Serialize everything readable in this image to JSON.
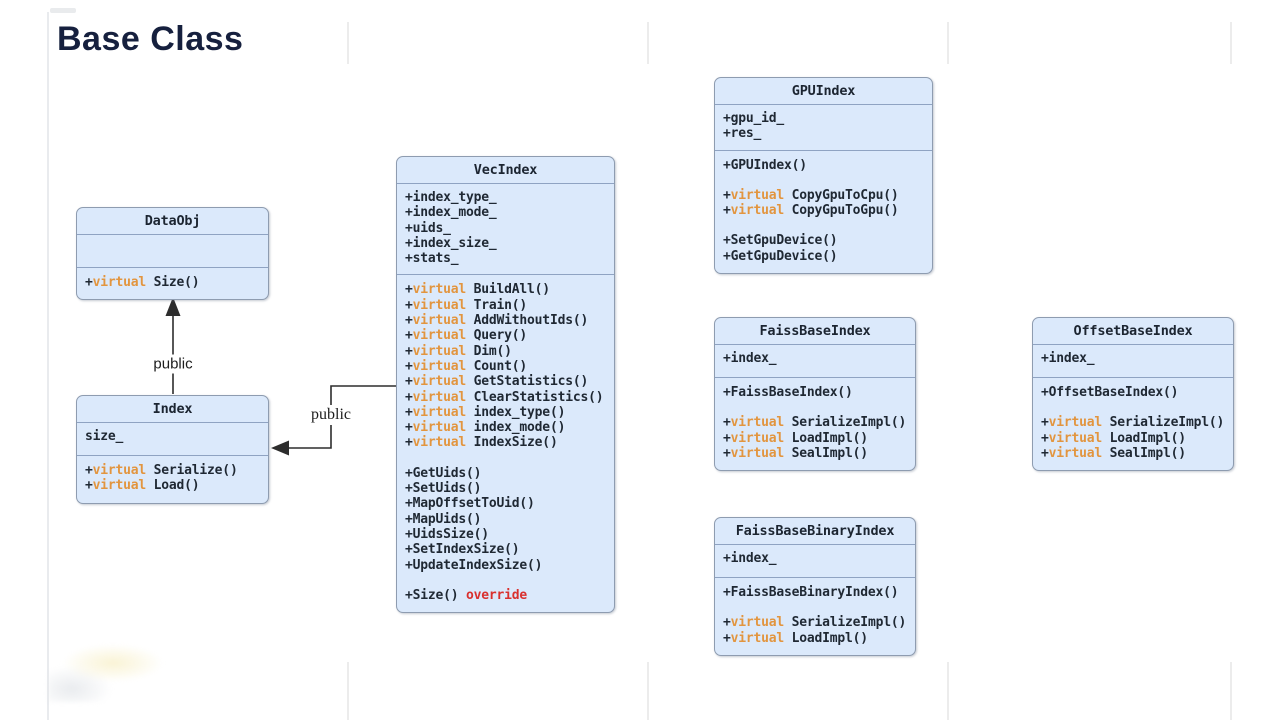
{
  "title": "Base Class",
  "colors": {
    "box_fill": "#dbe9fb",
    "box_border": "#8e9cb0",
    "text": "#1f2833",
    "virtual_keyword": "#e2953f",
    "override_keyword": "#d9302e",
    "title_text": "#16203e",
    "connector_line": "#2d2d2d",
    "grid_line": "#ececec"
  },
  "classes": [
    {
      "id": "dataobj",
      "name": "DataObj",
      "attributes": [],
      "method_groups": [
        [
          {
            "virtual": true,
            "text": "Size()"
          }
        ]
      ]
    },
    {
      "id": "index",
      "name": "Index",
      "attributes": [
        "size_"
      ],
      "method_groups": [
        [
          {
            "virtual": true,
            "text": "Serialize()"
          },
          {
            "virtual": true,
            "text": "Load()"
          }
        ]
      ]
    },
    {
      "id": "vecindex",
      "name": "VecIndex",
      "attributes": [
        "+index_type_",
        "+index_mode_",
        "+uids_",
        "+index_size_",
        "+stats_"
      ],
      "method_groups": [
        [
          {
            "virtual": true,
            "text": "BuildAll()"
          },
          {
            "virtual": true,
            "text": "Train()"
          },
          {
            "virtual": true,
            "text": "AddWithoutIds()"
          },
          {
            "virtual": true,
            "text": "Query()"
          },
          {
            "virtual": true,
            "text": "Dim()"
          },
          {
            "virtual": true,
            "text": "Count()"
          },
          {
            "virtual": true,
            "text": "GetStatistics()"
          },
          {
            "virtual": true,
            "text": "ClearStatistics()"
          },
          {
            "virtual": true,
            "text": "index_type()"
          },
          {
            "virtual": true,
            "text": "index_mode()"
          },
          {
            "virtual": true,
            "text": "IndexSize()"
          }
        ],
        [
          {
            "virtual": false,
            "text": "GetUids()"
          },
          {
            "virtual": false,
            "text": "SetUids()"
          },
          {
            "virtual": false,
            "text": "MapOffsetToUid()"
          },
          {
            "virtual": false,
            "text": "MapUids()"
          },
          {
            "virtual": false,
            "text": "UidsSize()"
          },
          {
            "virtual": false,
            "text": "SetIndexSize()"
          },
          {
            "virtual": false,
            "text": "UpdateIndexSize()"
          }
        ],
        [
          {
            "virtual": false,
            "text": "Size()",
            "suffix": "override"
          }
        ]
      ]
    },
    {
      "id": "gpuindex",
      "name": "GPUIndex",
      "attributes": [
        "+gpu_id_",
        "+res_"
      ],
      "method_groups": [
        [
          {
            "virtual": false,
            "text": "GPUIndex()"
          }
        ],
        [
          {
            "virtual": true,
            "text": "CopyGpuToCpu()"
          },
          {
            "virtual": true,
            "text": "CopyGpuToGpu()"
          }
        ],
        [
          {
            "virtual": false,
            "text": "SetGpuDevice()"
          },
          {
            "virtual": false,
            "text": "GetGpuDevice()"
          }
        ]
      ]
    },
    {
      "id": "faissbaseindex",
      "name": "FaissBaseIndex",
      "attributes": [
        "+index_"
      ],
      "method_groups": [
        [
          {
            "virtual": false,
            "text": "FaissBaseIndex()"
          }
        ],
        [
          {
            "virtual": true,
            "text": "SerializeImpl()"
          },
          {
            "virtual": true,
            "text": "LoadImpl()"
          },
          {
            "virtual": true,
            "text": "SealImpl()"
          }
        ]
      ]
    },
    {
      "id": "offsetbaseindex",
      "name": "OffsetBaseIndex",
      "attributes": [
        "+index_"
      ],
      "method_groups": [
        [
          {
            "virtual": false,
            "text": "OffsetBaseIndex()"
          }
        ],
        [
          {
            "virtual": true,
            "text": "SerializeImpl()"
          },
          {
            "virtual": true,
            "text": "LoadImpl()"
          },
          {
            "virtual": true,
            "text": "SealImpl()"
          }
        ]
      ]
    },
    {
      "id": "faissbasebinaryindex",
      "name": "FaissBaseBinaryIndex",
      "attributes": [
        "+index_"
      ],
      "method_groups": [
        [
          {
            "virtual": false,
            "text": "FaissBaseBinaryIndex()"
          }
        ],
        [
          {
            "virtual": true,
            "text": "SerializeImpl()"
          },
          {
            "virtual": true,
            "text": "LoadImpl()"
          }
        ]
      ]
    }
  ],
  "connectors": [
    {
      "from": "Index",
      "to": "DataObj",
      "label": "public"
    },
    {
      "from": "VecIndex",
      "to": "Index",
      "label": "public"
    }
  ]
}
